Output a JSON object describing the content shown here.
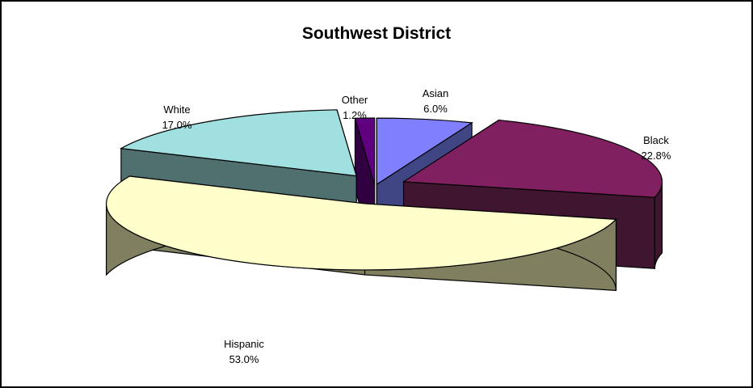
{
  "chart_data": {
    "type": "pie",
    "title": "Southwest District",
    "slices": [
      {
        "category": "Asian",
        "value": 6.0,
        "label_percent": "6.0%",
        "top_color": "#8080ff",
        "side_color": "#404584"
      },
      {
        "category": "Black",
        "value": 22.8,
        "label_percent": "22.8%",
        "top_color": "#802060",
        "side_color": "#401530"
      },
      {
        "category": "Hispanic",
        "value": 53.0,
        "label_percent": "53.0%",
        "top_color": "#ffffcc",
        "side_color": "#808060"
      },
      {
        "category": "White",
        "value": 17.0,
        "label_percent": "17.0%",
        "top_color": "#a0e0e0",
        "side_color": "#507070"
      },
      {
        "category": "Other",
        "value": 1.2,
        "label_percent": "1.2%",
        "top_color": "#600080",
        "side_color": "#300040"
      }
    ],
    "style": "3d-exploded",
    "legend": "none"
  }
}
